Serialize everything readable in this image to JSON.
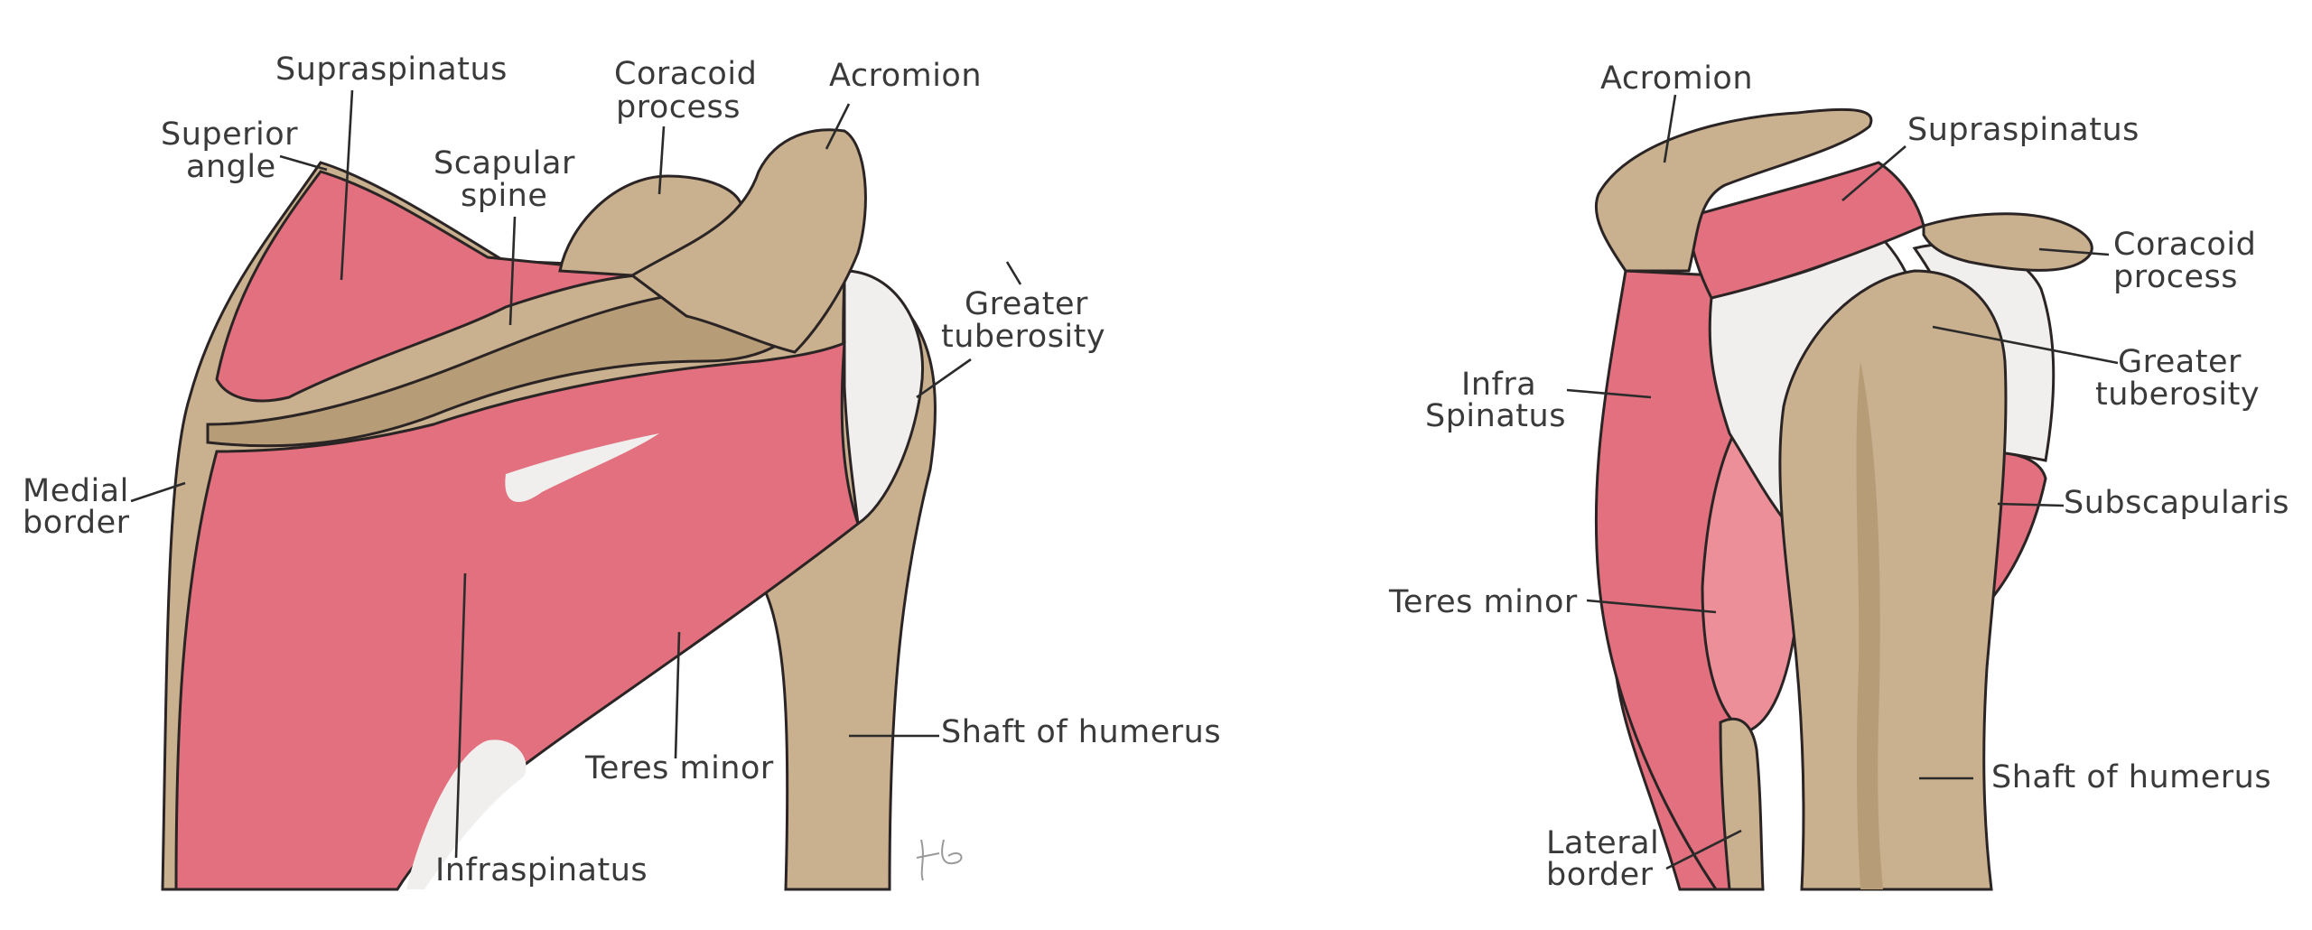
{
  "posterior_view": {
    "labels": {
      "supraspinatus": "Supraspinatus",
      "coracoid_line1": "Coracoid",
      "coracoid_line2": "process",
      "acromion": "Acromion",
      "superior_angle_line1": "Superior",
      "superior_angle_line2": "angle",
      "scapular_spine_line1": "Scapular",
      "scapular_spine_line2": "spine",
      "greater_tuberosity_line1": "Greater",
      "greater_tuberosity_line2": "tuberosity",
      "medial_border_line1": "Medial",
      "medial_border_line2": "border",
      "shaft_of_humerus": "Shaft of humerus",
      "teres_minor": "Teres minor",
      "infraspinatus": "Infraspinatus"
    }
  },
  "lateral_view": {
    "labels": {
      "acromion": "Acromion",
      "supraspinatus": "Supraspinatus",
      "coracoid_line1": "Coracoid",
      "coracoid_line2": "process",
      "infraspinatus_line1": "Infra",
      "infraspinatus_line2": "Spinatus",
      "greater_tuberosity_line1": "Greater",
      "greater_tuberosity_line2": "tuberosity",
      "subscapularis": "Subscapularis",
      "teres_minor": "Teres minor",
      "shaft_of_humerus": "Shaft of humerus",
      "lateral_border_line1": "Lateral",
      "lateral_border_line2": "border"
    }
  },
  "colors": {
    "bone": "#c9b08e",
    "muscle": "#e2707e",
    "tendon": "#f1efee",
    "outline": "#2b2424"
  }
}
